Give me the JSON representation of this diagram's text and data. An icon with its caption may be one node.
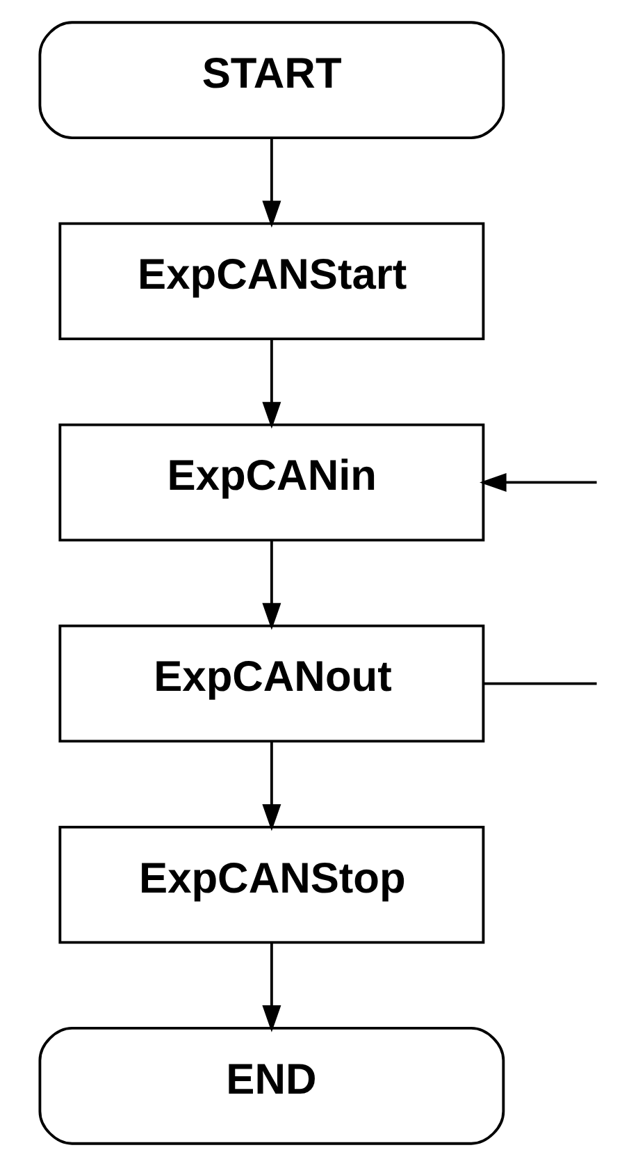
{
  "diagram": {
    "nodes": [
      {
        "text": [
          "START"
        ]
      },
      {
        "text": [
          "ExpCANStart"
        ]
      },
      {
        "text": [
          "ExpCANin"
        ]
      },
      {
        "text": [
          "ExpCANout"
        ]
      },
      {
        "text": [
          "ExpCANStop"
        ]
      },
      {
        "text": [
          "END"
        ]
      }
    ],
    "edges": [
      {
        "from": 0,
        "to": 1,
        "arrow": "to"
      },
      {
        "from": 1,
        "to": 2,
        "arrow": "to"
      },
      {
        "from": 2,
        "to": 3,
        "arrow": "to"
      },
      {
        "from": 3,
        "to": 4,
        "arrow": "to"
      },
      {
        "from": 4,
        "to": 5,
        "arrow": "to"
      },
      {
        "from": null,
        "to": 2,
        "arrow": "to"
      },
      {
        "from": 3,
        "to": null,
        "arrow": "none"
      }
    ]
  }
}
